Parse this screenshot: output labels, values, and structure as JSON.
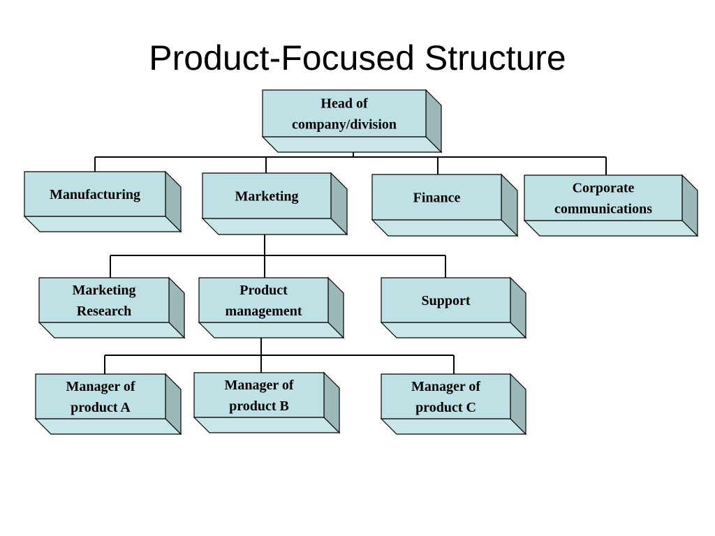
{
  "title": "Product-Focused Structure",
  "colors": {
    "box_face": "#bfe0e4",
    "box_side": "#9db8b9",
    "box_bottom": "#c9e6e8",
    "line": "#000000"
  },
  "nodes": {
    "head": [
      "Head of",
      "company/division"
    ],
    "manufacturing": [
      "Manufacturing"
    ],
    "marketing": [
      "Marketing"
    ],
    "finance": [
      "Finance"
    ],
    "corporate": [
      "Corporate",
      "communications"
    ],
    "marketing_research": [
      "Marketing",
      "Research"
    ],
    "product_management": [
      "Product",
      "management"
    ],
    "support": [
      "Support"
    ],
    "manager_a": [
      "Manager of",
      "product A"
    ],
    "manager_b": [
      "Manager of",
      "product B"
    ],
    "manager_c": [
      "Manager of",
      "product C"
    ]
  }
}
